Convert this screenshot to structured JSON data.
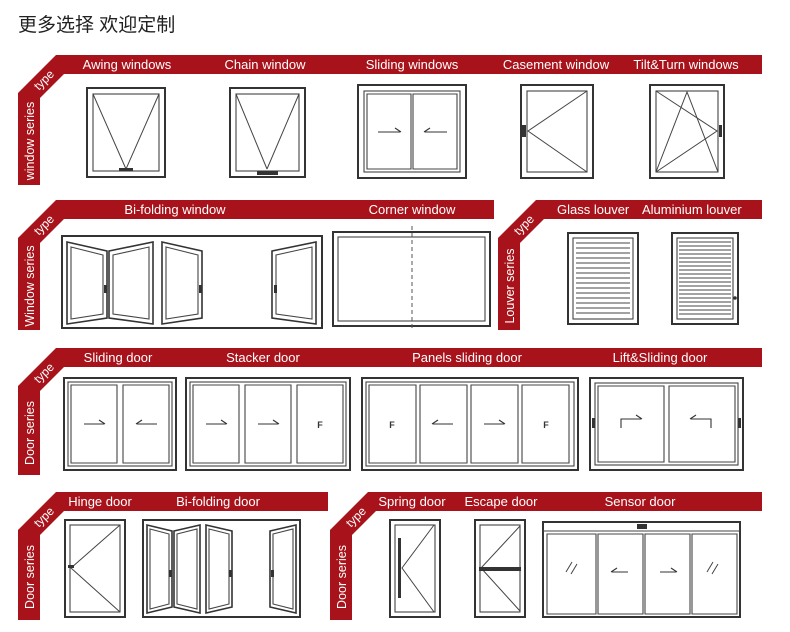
{
  "page": {
    "title": "更多选择 欢迎定制"
  },
  "colors": {
    "band": "#a8131b",
    "band_text": "#ffffff",
    "line": "#333333"
  },
  "rows": [
    {
      "series": "window series",
      "type": "type",
      "items": [
        "Awing windows",
        "Chain window",
        "Sliding windows",
        "Casement window",
        "Tilt&Turn windows"
      ]
    },
    {
      "series": "Window series",
      "type": "type",
      "items": [
        "Bi-folding window",
        "Corner window"
      ]
    },
    {
      "series": "Louver series",
      "type": "type",
      "items": [
        "Glass louver",
        "Aluminium louver"
      ]
    },
    {
      "series": "Door series",
      "type": "type",
      "items": [
        "Sliding door",
        "Stacker door",
        "Panels sliding door",
        "Lift&Sliding door"
      ],
      "marks": {
        "stacker_fixed": "F",
        "panels_fixed_left": "F",
        "panels_fixed_right": "F"
      }
    },
    {
      "series": "Door series",
      "type": "type",
      "items": [
        "Hinge door",
        "Bi-folding door"
      ]
    },
    {
      "series": "Door series",
      "type": "type",
      "items": [
        "Spring door",
        "Escape door",
        "Sensor door"
      ]
    }
  ]
}
